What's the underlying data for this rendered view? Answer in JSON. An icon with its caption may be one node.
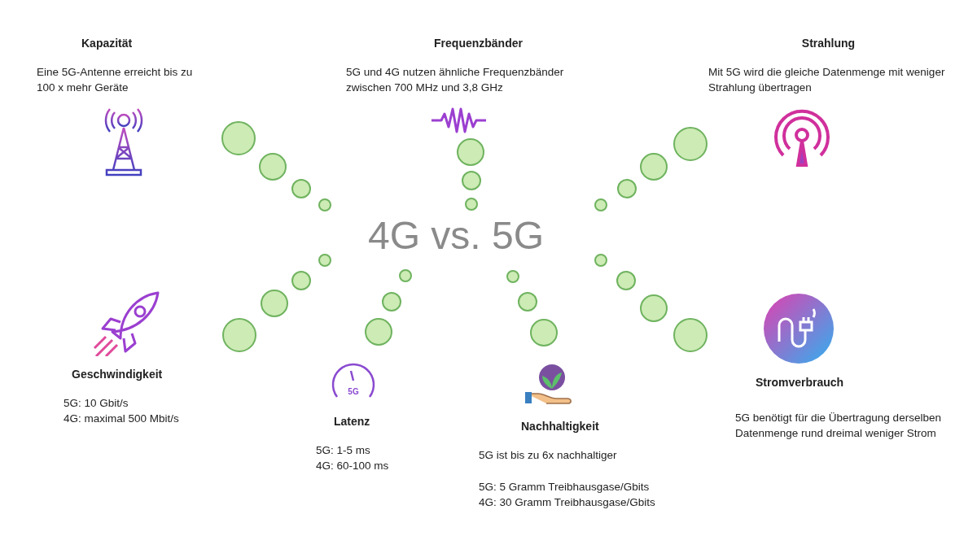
{
  "diagram": {
    "nodes": [
      {
        "text": [
          "Kapazität",
          "Eine 5G-Antenne erreicht bis zu 100 x mehr Geräte"
        ]
      },
      {
        "text": [
          "Frequenzbänder",
          "5G und 4G nutzen ähnliche Frequenzbänder zwischen 700 MHz und 3,8 GHz"
        ]
      },
      {
        "text": [
          "Strahlung",
          "Mit 5G wird die gleiche Datenmenge mit weniger Strahlung übertragen"
        ]
      },
      {
        "text": [
          "4G vs. 5G"
        ]
      },
      {
        "text": [
          "Geschwindigkeit",
          "5G: 10 Gbit/s",
          "4G: maximal 500 Mbit/s"
        ]
      },
      {
        "text": [
          "Latenz",
          "5G: 1-5 ms",
          "4G: 60-100 ms"
        ]
      },
      {
        "text": [
          "Nachhaltigkeit",
          "5G ist bis zu 6x nachhaltiger",
          "5G: 5 Gramm Treibhausgase/Gbits",
          "4G: 30 Gramm Treibhausgase/Gbits"
        ]
      },
      {
        "text": [
          "Stromverbrauch",
          "5G benötigt für die Übertragung derselben Datenmenge rund dreimal weniger Strom"
        ]
      }
    ],
    "labels": [
      "5G"
    ]
  }
}
